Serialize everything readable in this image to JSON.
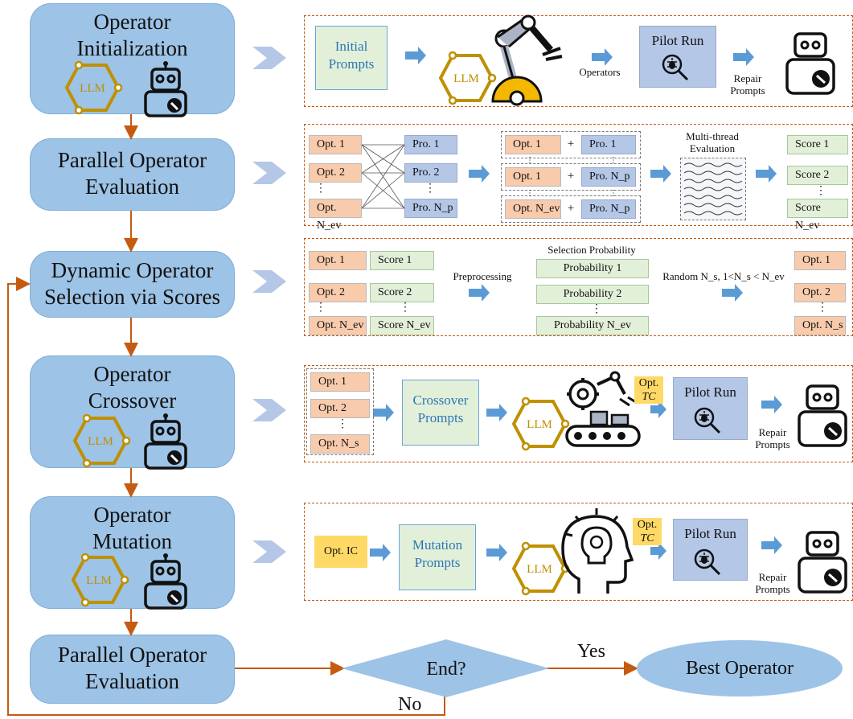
{
  "stages": [
    {
      "title_lines": [
        "Operator",
        "Initialization"
      ]
    },
    {
      "title_lines": [
        "Parallel Operator",
        "Evaluation"
      ]
    },
    {
      "title_lines": [
        "Dynamic Operator",
        "Selection via Scores"
      ]
    },
    {
      "title_lines": [
        "Operator",
        "Crossover"
      ]
    },
    {
      "title_lines": [
        "Operator",
        "Mutation"
      ]
    },
    {
      "title_lines": [
        "Parallel Operator",
        "Evaluation"
      ]
    }
  ],
  "llm_label": "LLM",
  "decision": {
    "label": "End?",
    "yes": "Yes",
    "no": "No"
  },
  "terminal": "Best Operator",
  "row1": {
    "initial_prompts": [
      "Initial",
      "Prompts"
    ],
    "operators": "Operators",
    "pilot_run": "Pilot Run",
    "repair_prompts": [
      "Repair",
      "Prompts"
    ]
  },
  "row2": {
    "opts": [
      "Opt. 1",
      "Opt. 2",
      "Opt. N_ev"
    ],
    "pros": [
      "Pro. 1",
      "Pro. 2",
      "Pro. N_p"
    ],
    "pairs": [
      [
        "Opt. 1",
        "Pro. 1"
      ],
      [
        "Opt. 1",
        "Pro. N_p"
      ],
      [
        "Opt. N_ev",
        "Pro. N_p"
      ]
    ],
    "plus": "+",
    "multi_thread": [
      "Multi-thread",
      "Evaluation"
    ],
    "scores": [
      "Score 1",
      "Score 2",
      "Score N_ev"
    ]
  },
  "row3": {
    "opts": [
      "Opt. 1",
      "Opt. 2",
      "Opt. N_ev"
    ],
    "scores": [
      "Score 1",
      "Score 2",
      "Score N_ev"
    ],
    "preprocessing": "Preprocessing",
    "selection_probability": "Selection Probability",
    "probs": [
      "Probability 1",
      "Probability 2",
      "Probability N_ev"
    ],
    "random": "Random N_s, 1<N_s < N_ev",
    "selected": [
      "Opt. 1",
      "Opt. 2",
      "Opt. N_s"
    ]
  },
  "row4": {
    "opts": [
      "Opt. 1",
      "Opt. 2",
      "Opt. N_s"
    ],
    "crossover_prompts": [
      "Crossover",
      "Prompts"
    ],
    "opt_tc": [
      "Opt.",
      "TC"
    ],
    "pilot_run": "Pilot Run",
    "repair_prompts": [
      "Repair",
      "Prompts"
    ]
  },
  "row5": {
    "opt_ic": "Opt. IC",
    "mutation_prompts": [
      "Mutation",
      "Prompts"
    ],
    "opt_tc": [
      "Opt.",
      "TC"
    ],
    "pilot_run": "Pilot Run",
    "repair_prompts": [
      "Repair",
      "Prompts"
    ]
  },
  "colors": {
    "stage_fill": "#9dc3e6",
    "frame_dash": "#c55a11",
    "opt_fill": "#f8cbad",
    "pro_fill": "#b4c7e7",
    "score_fill": "#e2f0d9",
    "llm_gold": "#bf9000",
    "arrow_blue": "#5b9bd5",
    "yellow": "#ffd966"
  }
}
